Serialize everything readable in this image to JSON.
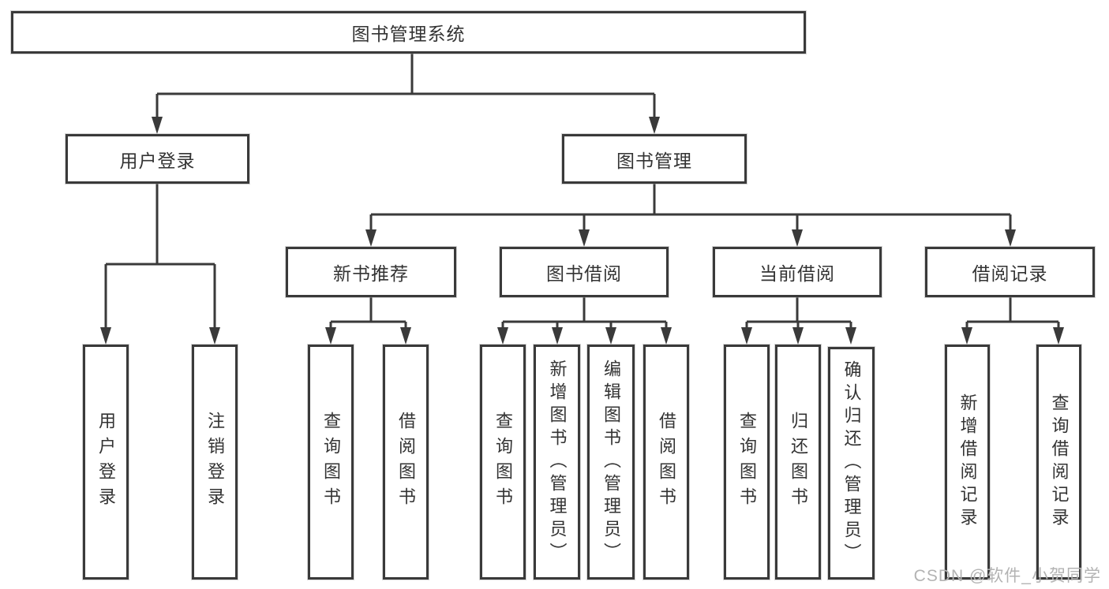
{
  "colors": {
    "line": "#3a3a3a",
    "box_border": "#3a3a3a",
    "box_fill": "#ffffff",
    "text": "#333333",
    "watermark_text": "#b3b3b3"
  },
  "tree": {
    "root": {
      "label": "图书管理系统"
    },
    "branches": [
      {
        "label": "用户登录",
        "children": [
          {
            "label": "用户登录"
          },
          {
            "label": "注销登录"
          }
        ]
      },
      {
        "label": "图书管理",
        "children": [
          {
            "label": "新书推荐",
            "children": [
              {
                "label": "查询图书"
              },
              {
                "label": "借阅图书"
              }
            ]
          },
          {
            "label": "图书借阅",
            "children": [
              {
                "label": "查询图书"
              },
              {
                "label": "新增图书（管理员）"
              },
              {
                "label": "编辑图书（管理员）"
              },
              {
                "label": "借阅图书"
              }
            ]
          },
          {
            "label": "当前借阅",
            "children": [
              {
                "label": "查询图书"
              },
              {
                "label": "归还图书"
              },
              {
                "label": "确认归还（管理员）"
              }
            ]
          },
          {
            "label": "借阅记录",
            "children": [
              {
                "label": "新增借阅记录"
              },
              {
                "label": "查询借阅记录"
              }
            ]
          }
        ]
      }
    ]
  },
  "watermark": {
    "text": "CSDN @软件_小贺同学"
  }
}
